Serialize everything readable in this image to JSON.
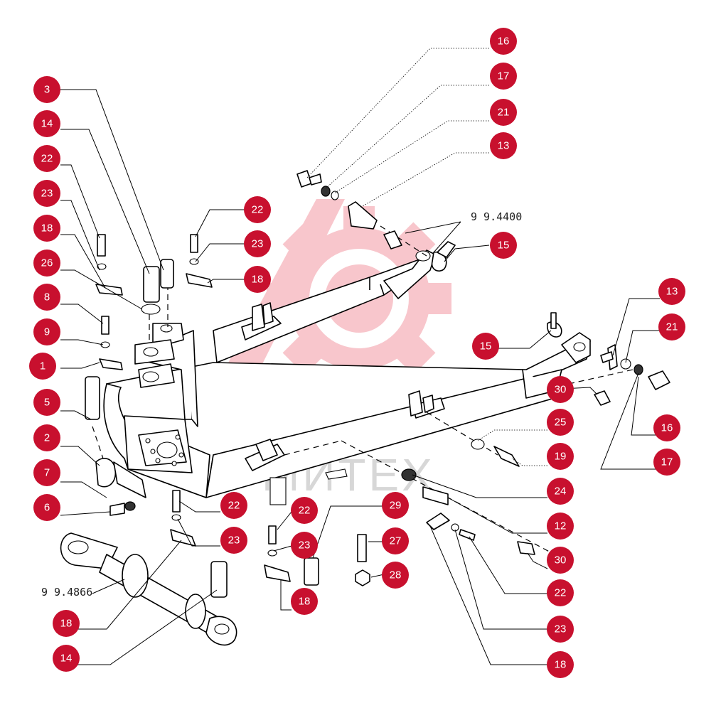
{
  "diagram": {
    "watermark_text": "МИТЕХ",
    "reference_codes": [
      "9 9.4400",
      "9 9.4866"
    ],
    "callouts": [
      {
        "id": "c16a",
        "label": "16"
      },
      {
        "id": "c17a",
        "label": "17"
      },
      {
        "id": "c21a",
        "label": "21"
      },
      {
        "id": "c13a",
        "label": "13"
      },
      {
        "id": "c15a",
        "label": "15"
      },
      {
        "id": "c3",
        "label": "3"
      },
      {
        "id": "c14a",
        "label": "14"
      },
      {
        "id": "c22a",
        "label": "22"
      },
      {
        "id": "c23a",
        "label": "23"
      },
      {
        "id": "c18a",
        "label": "18"
      },
      {
        "id": "c26",
        "label": "26"
      },
      {
        "id": "c8",
        "label": "8"
      },
      {
        "id": "c9",
        "label": "9"
      },
      {
        "id": "c1",
        "label": "1"
      },
      {
        "id": "c5",
        "label": "5"
      },
      {
        "id": "c2",
        "label": "2"
      },
      {
        "id": "c7",
        "label": "7"
      },
      {
        "id": "c6",
        "label": "6"
      },
      {
        "id": "c22b",
        "label": "22"
      },
      {
        "id": "c23b",
        "label": "23"
      },
      {
        "id": "c18b",
        "label": "18"
      },
      {
        "id": "c13b",
        "label": "13"
      },
      {
        "id": "c21b",
        "label": "21"
      },
      {
        "id": "c15b",
        "label": "15"
      },
      {
        "id": "c30a",
        "label": "30"
      },
      {
        "id": "c16b",
        "label": "16"
      },
      {
        "id": "c17b",
        "label": "17"
      },
      {
        "id": "c25",
        "label": "25"
      },
      {
        "id": "c19",
        "label": "19"
      },
      {
        "id": "c24",
        "label": "24"
      },
      {
        "id": "c12",
        "label": "12"
      },
      {
        "id": "c30b",
        "label": "30"
      },
      {
        "id": "c22c",
        "label": "22"
      },
      {
        "id": "c23c",
        "label": "23"
      },
      {
        "id": "c18c",
        "label": "18"
      },
      {
        "id": "c29",
        "label": "29"
      },
      {
        "id": "c27",
        "label": "27"
      },
      {
        "id": "c28",
        "label": "28"
      },
      {
        "id": "c22d",
        "label": "22"
      },
      {
        "id": "c23d",
        "label": "23"
      },
      {
        "id": "c18d",
        "label": "18"
      },
      {
        "id": "c18e",
        "label": "18"
      },
      {
        "id": "c14b",
        "label": "14"
      }
    ]
  }
}
